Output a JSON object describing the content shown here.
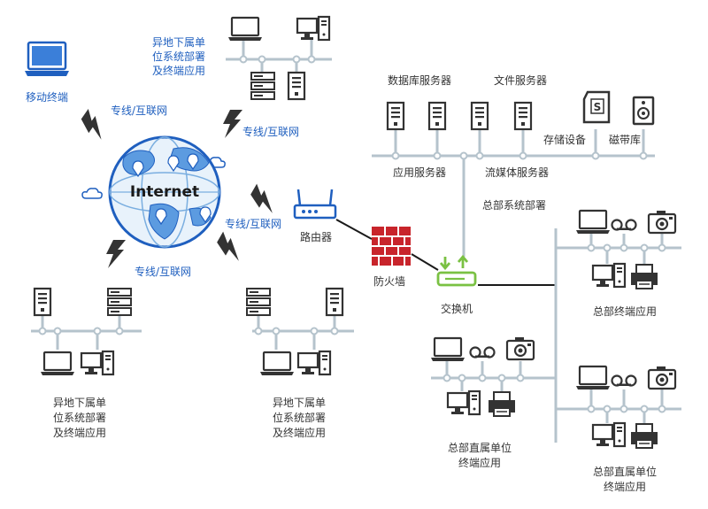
{
  "labels": {
    "mobile": "移动终端",
    "remote_unit": [
      "异地下属单",
      "位系统部署",
      "及终端应用"
    ],
    "link": "专线/互联网",
    "internet": "Internet",
    "router": "路由器",
    "firewall": "防火墙",
    "switch": "交换机",
    "db_server": "数据库服务器",
    "file_server": "文件服务器",
    "app_server": "应用服务器",
    "media_server": "流媒体服务器",
    "storage": "存储设备",
    "tape": "磁带库",
    "hq_deploy": "总部系统部署",
    "hq_terminal": "总部终端应用",
    "hq_direct": [
      "总部直属单位",
      "终端应用"
    ]
  },
  "colors": {
    "bus": "#b5c3cc",
    "node": "#ffffff",
    "device": "#333333",
    "blue": "#1f5fbf",
    "firewall": "#c8242b",
    "switch": "#7ac143",
    "link_label": "#1f5fbf",
    "lightning": "#333333"
  },
  "icons": [
    "laptop-icon",
    "desktop-icon",
    "server-icon",
    "rack-server-icon",
    "printer-icon",
    "camera-icon",
    "tape-recorder-icon",
    "router-icon",
    "firewall-icon",
    "switch-icon",
    "globe-icon",
    "lightning-icon",
    "storage-icon",
    "speaker-icon",
    "cloud-icon"
  ]
}
